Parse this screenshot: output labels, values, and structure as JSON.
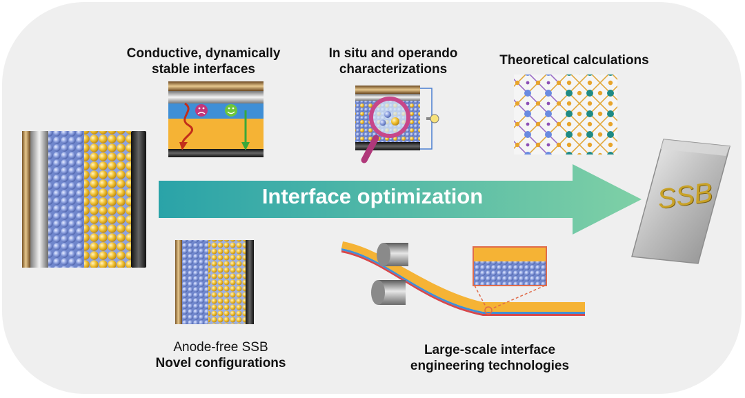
{
  "main_arrow": {
    "text": "Interface optimization"
  },
  "topics": {
    "interfaces": {
      "line1": "Conductive, dynamically",
      "line2": "stable interfaces"
    },
    "characterization": {
      "line1": "In situ and operando",
      "line2": "characterizations"
    },
    "calculations": {
      "line1": "Theoretical calculations"
    },
    "configurations": {
      "sub": "Anode-free SSB",
      "title": "Novel configurations"
    },
    "manufacturing": {
      "line1": "Large-scale interface",
      "line2": "engineering technologies"
    }
  },
  "battery_label": "SSB",
  "colors": {
    "arrow_start": "#2aa3a8",
    "arrow_end": "#7fd0a6",
    "anode_particle": "#7d93d8",
    "cathode_particle": "#f2c232",
    "current_collector_copper": "#a47a3c",
    "current_collector_dark": "#2b2b2b",
    "electrolyte_blue": "#3f8fd6",
    "layer_yellow": "#f5b335",
    "crystal_purple": "#8c4fb6",
    "crystal_teal": "#1f8a84"
  },
  "icons": [
    "sad-face-icon",
    "happy-face-icon",
    "magnifier-icon",
    "lightbulb-icon",
    "roller-icon"
  ]
}
